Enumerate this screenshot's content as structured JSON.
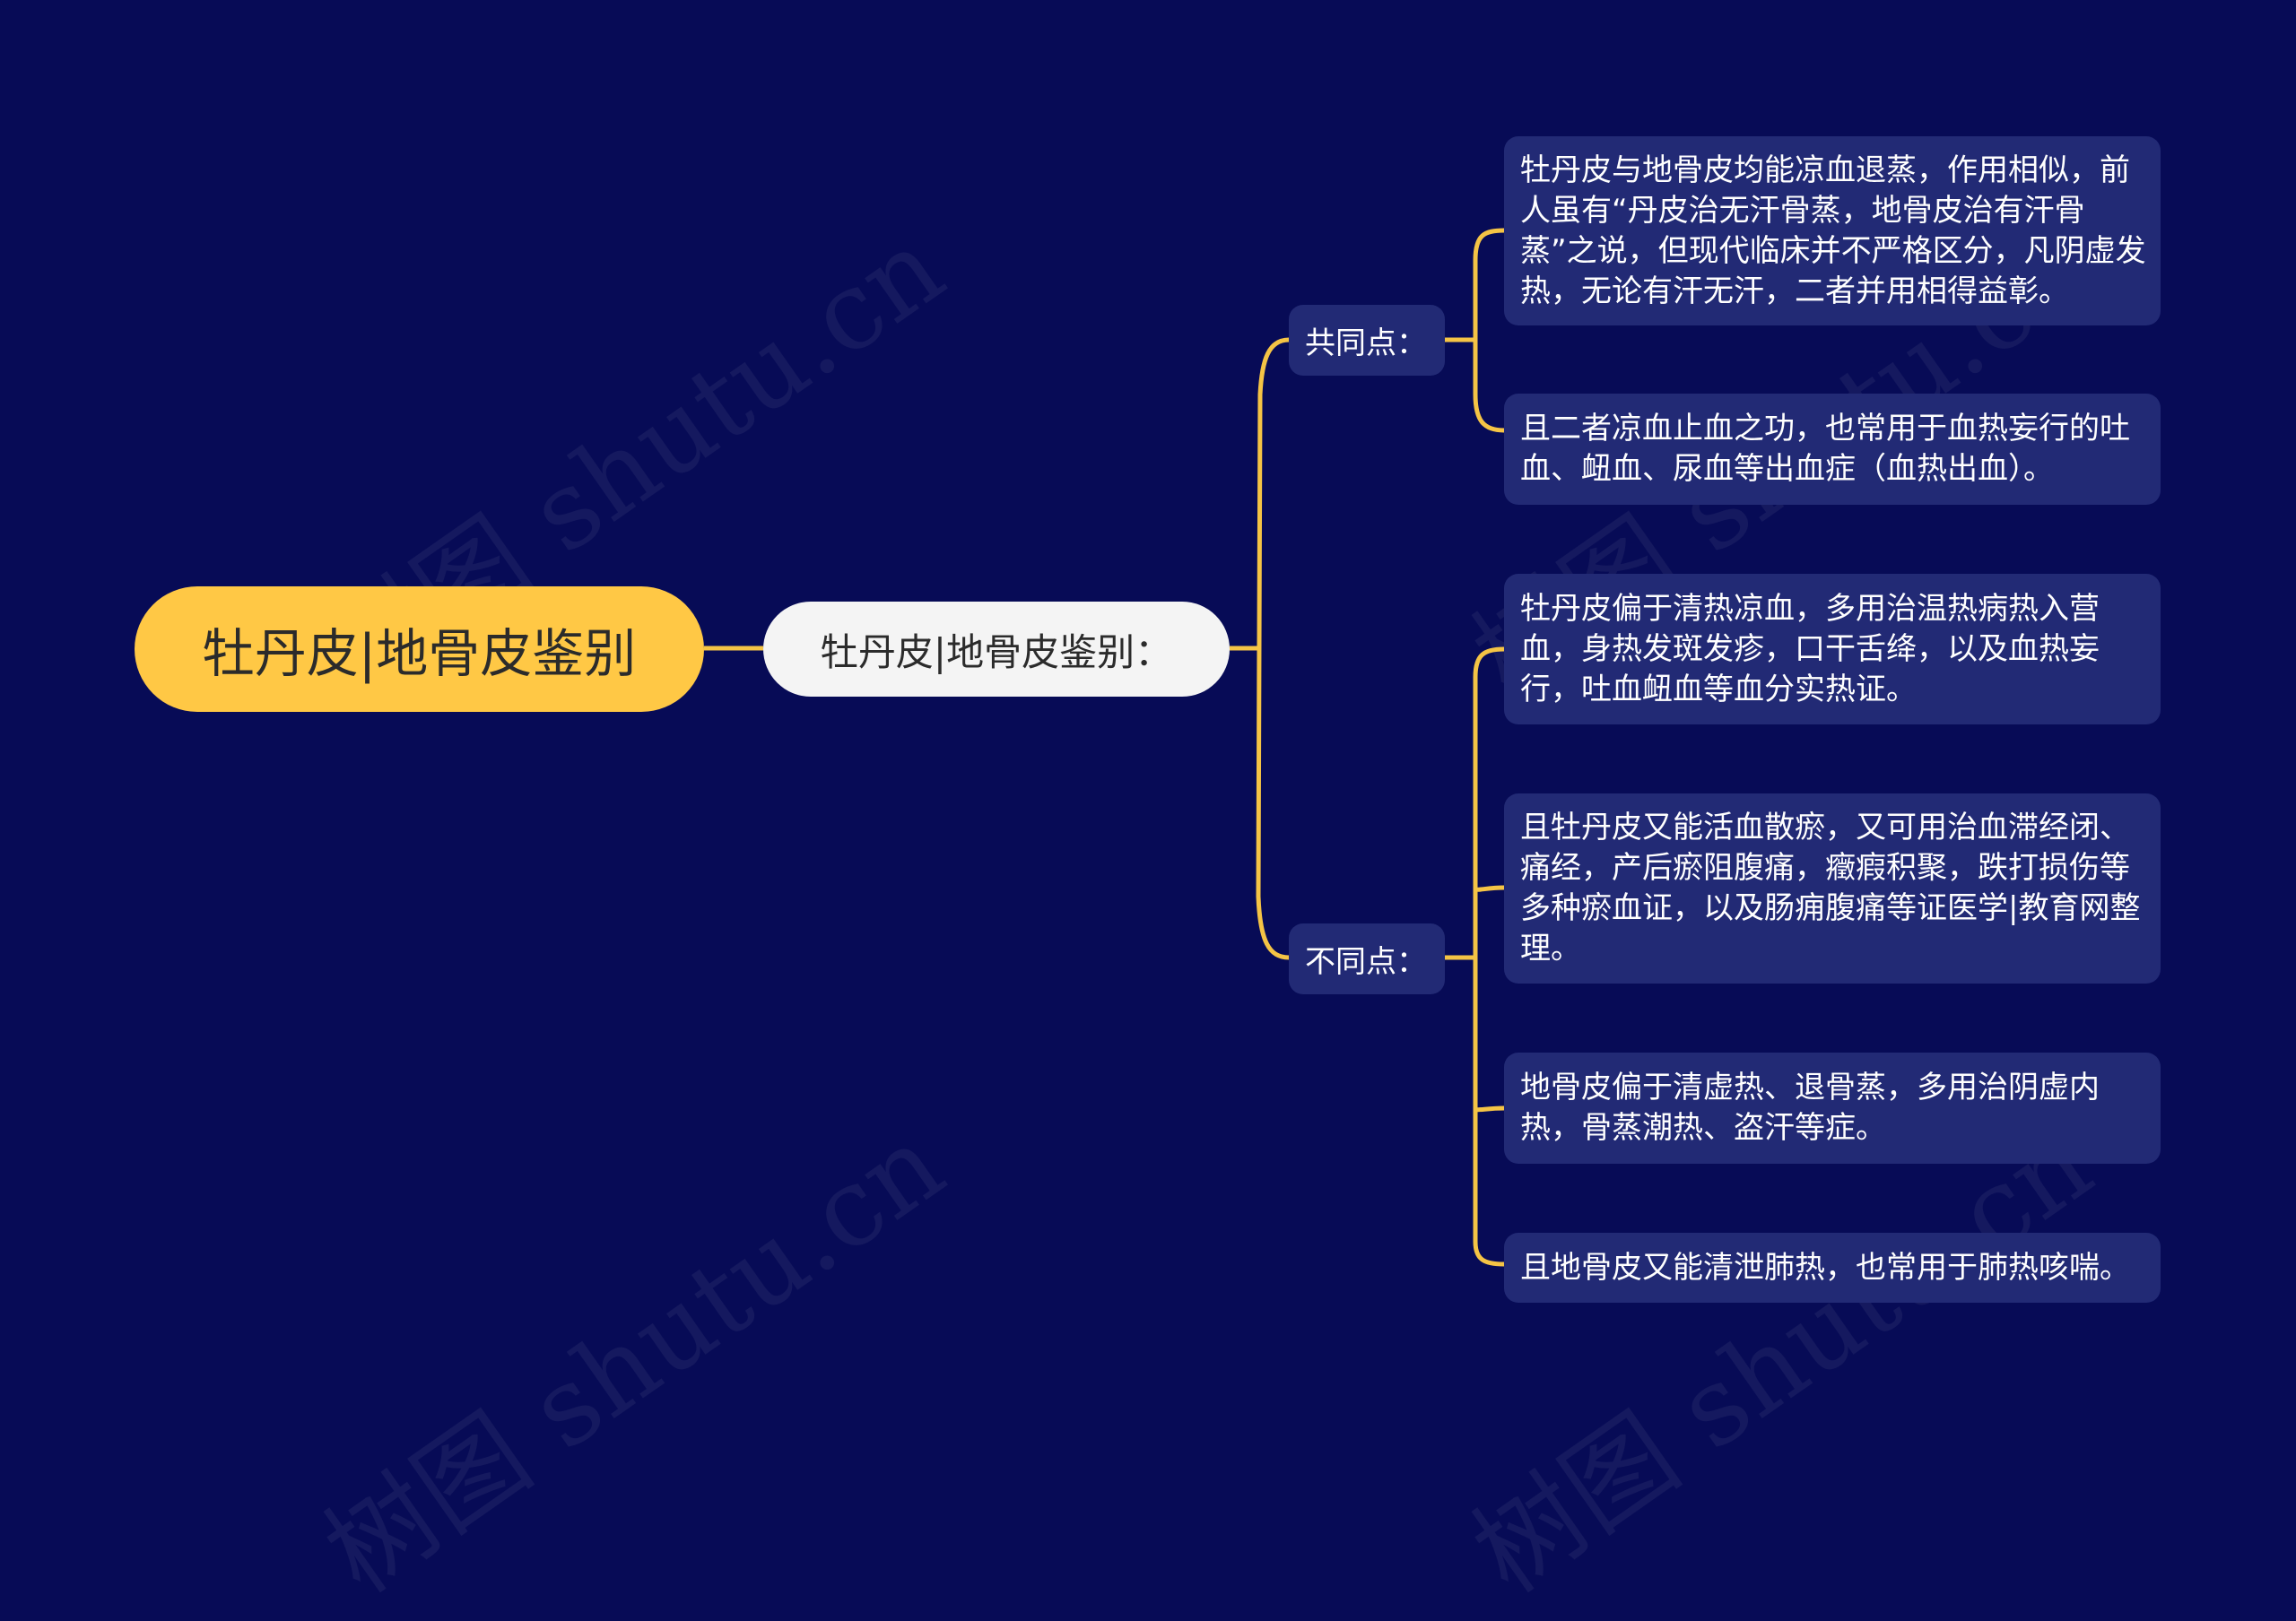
{
  "watermark": {
    "text": "树图 shutu.cn"
  },
  "colors": {
    "background": "#070B56",
    "root": "#FFC845",
    "sub": "#F4F4F4",
    "card": "#222A75",
    "line": "#F5C445"
  },
  "root": {
    "label": "牡丹皮|地骨皮鉴别"
  },
  "sub": {
    "label": "牡丹皮|地骨皮鉴别："
  },
  "categories": [
    {
      "label": "共同点：",
      "items": [
        "牡丹皮与地骨皮均能凉血退蒸，作用相似，前人虽有“丹皮治无汗骨蒸，地骨皮治有汗骨蒸”之说，但现代临床并不严格区分，凡阴虚发热，无论有汗无汗，二者并用相得益彰。",
        "且二者凉血止血之功，也常用于血热妄行的吐血、衄血、尿血等出血症（血热出血）。"
      ]
    },
    {
      "label": "不同点：",
      "items": [
        "牡丹皮偏于清热凉血，多用治温热病热入营血，身热发斑发疹，口干舌绛，以及血热妄行，吐血衄血等血分实热证。",
        "且牡丹皮又能活血散瘀，又可用治血滞经闭、痛经，产后瘀阻腹痛，癥瘕积聚，跌打损伤等多种瘀血证，以及肠痈腹痛等证医学|教育网整理。",
        "地骨皮偏于清虚热、退骨蒸，多用治阴虚内热，骨蒸潮热、盗汗等症。",
        "且地骨皮又能清泄肺热，也常用于肺热咳喘。"
      ]
    }
  ]
}
